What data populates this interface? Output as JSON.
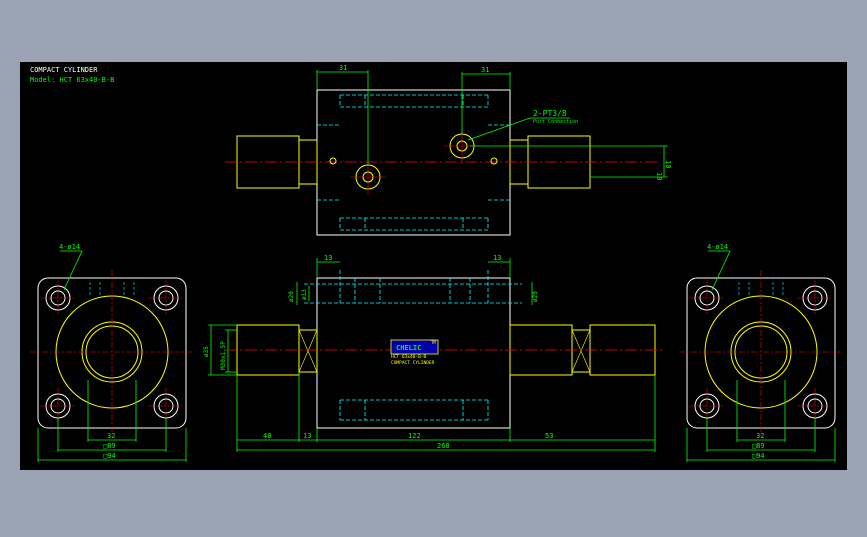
{
  "colors": {
    "background_outer": "#9aa3b3",
    "drawing_bg": "#000000",
    "outline": "#ffffff",
    "yellow": "#ffff00",
    "green": "#00ff00",
    "cyan": "#00ffff",
    "red": "#ff0000",
    "logo_bg": "#0000aa"
  },
  "title_block": {
    "title": "COMPACT CYLINDER",
    "model": "Model: HCT 63x40-B-B"
  },
  "top_view": {
    "dim_left": "31",
    "dim_right": "31",
    "port_label": "2-PT3/8",
    "port_sub": "Port Connection",
    "dim_10a": "10",
    "dim_10b": "10"
  },
  "front_view": {
    "dim_13_left": "13",
    "dim_13_right": "13",
    "dim_phi20_left": "ø20",
    "dim_phi13": "ø13",
    "dim_phi20_right": "ø20",
    "dim_phi35": "ø35",
    "dim_thread": "M30x1.5P",
    "dim_40": "40",
    "dim_13_bottom": "13",
    "dim_122": "122",
    "dim_53": "53",
    "dim_268": "268",
    "logo": "CHELIC",
    "logo_mark": "TM",
    "label_line1": "HCT 63x40-B-B",
    "label_line2": "COMPACT CYLINDER"
  },
  "left_end_view": {
    "holes_label": "4-ø14",
    "dim_32": "32",
    "dim_89": "□89",
    "dim_94": "□94"
  },
  "right_end_view": {
    "holes_label": "4-ø14",
    "dim_32": "32",
    "dim_89": "□89",
    "dim_94": "□94"
  }
}
